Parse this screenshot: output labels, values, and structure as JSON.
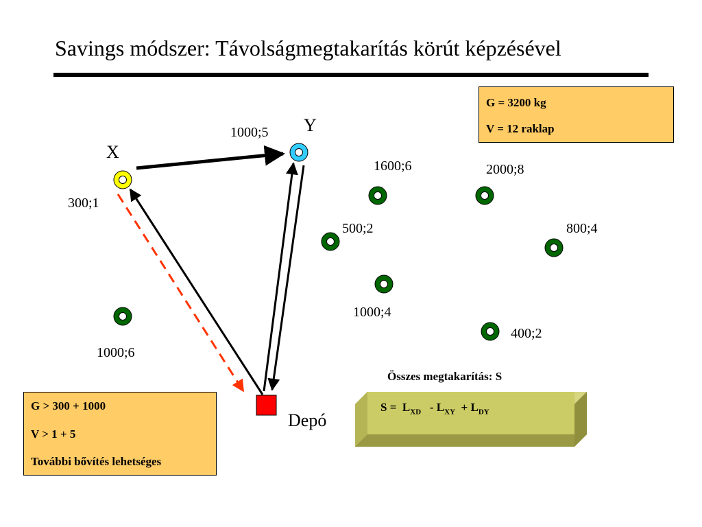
{
  "title": "Savings módszer: Távolságmegtakarítás körút képzésével",
  "capacity": {
    "weight": "G = 3200 kg",
    "volume": "V = 12 raklap"
  },
  "check": {
    "line1": "G > 300 + 1000",
    "line2": "V > 1 + 5",
    "line3": "További bővítés lehetséges"
  },
  "savings_caption": "Összes megtakarítás: S",
  "formula": {
    "prefix": "S =",
    "t1": "L",
    "t1_sub": "XD",
    "minus": "- L",
    "t2_sub": "XY",
    "plus": "+ L",
    "t3_sub": "DY"
  },
  "depot": {
    "label": "Depó",
    "color": "#ff0000"
  },
  "node_x": {
    "name": "X",
    "demand": "300;1",
    "color": "#ffff00"
  },
  "node_y": {
    "name": "Y",
    "demand": "1000;5",
    "color": "#33ccff"
  },
  "customers": [
    {
      "demand": "1600;6"
    },
    {
      "demand": "2000;8"
    },
    {
      "demand": "500;2"
    },
    {
      "demand": "800;4"
    },
    {
      "demand": "1000;4"
    },
    {
      "demand": "400;2"
    },
    {
      "demand": "1000;6"
    }
  ],
  "colors": {
    "customer_ring": "#006600",
    "dashed_route": "#ff3300",
    "info_fill": "#ffcc66",
    "formula_fill": "#cccc66"
  }
}
